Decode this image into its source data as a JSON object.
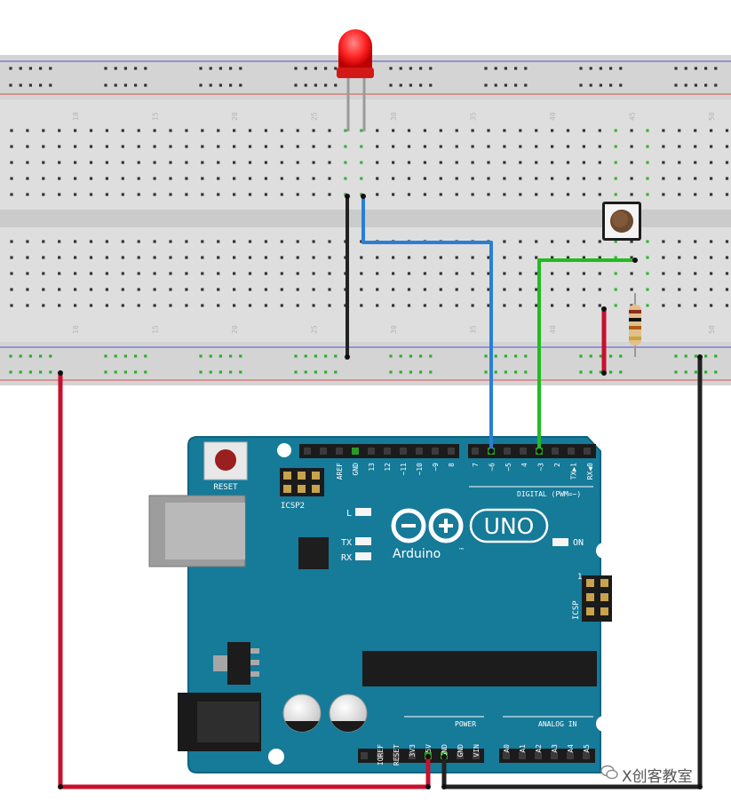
{
  "breadboard": {
    "column_numbers": [
      "10",
      "15",
      "20",
      "25",
      "30",
      "35",
      "40",
      "45",
      "50"
    ]
  },
  "arduino": {
    "reset_label": "RESET",
    "icsp2_label": "ICSP2",
    "icsp_label": "ICSP",
    "icsp_pin1": "1",
    "logo_text": "Arduino",
    "logo_tm": "™",
    "model": "UNO",
    "led_l": "L",
    "led_tx": "TX",
    "led_rx": "RX",
    "led_on": "ON",
    "digital_label": "DIGITAL (PWM=~)",
    "top_header_labels": [
      "AREF",
      "GND",
      "13",
      "12",
      "~11",
      "~10",
      "~9",
      "8"
    ],
    "digital_labels": [
      "7",
      "~6",
      "~5",
      "4",
      "~3",
      "2",
      "TX▶1",
      "RX◀0"
    ],
    "power_label": "POWER",
    "power_labels": [
      "IOREF",
      "RESET",
      "3V3",
      "5V",
      "GND",
      "GND",
      "VIN"
    ],
    "analog_label": "ANALOG IN",
    "analog_labels": [
      "A0",
      "A1",
      "A2",
      "A3",
      "A4",
      "A5"
    ]
  },
  "wires": {
    "red_color": "#c8102e",
    "black_color": "#222222",
    "blue_color": "#2a7fd4",
    "green_color": "#22bb22"
  },
  "watermark": {
    "text": "X创客教室",
    "icon": "wechat-icon"
  }
}
